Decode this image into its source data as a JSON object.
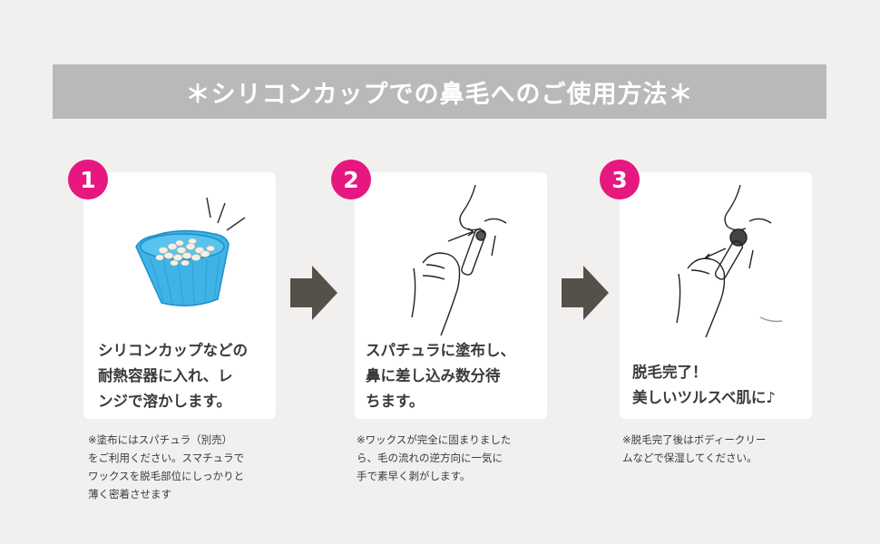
{
  "title": "＊シリコンカップでの鼻毛へのご使用方法＊",
  "steps": [
    {
      "number": "1",
      "text": "シリコンカップなどの\n耐熱容器に入れ、レ\nンジで溶かします。",
      "note": "※塗布にはスパチュラ（別売）\nをご利用ください。スマチュラで\nワックスを脱毛部位にしっかりと\n薄く密着させます"
    },
    {
      "number": "2",
      "text": "スパチュラに塗布し、\n鼻に差し込み数分待\nちます。",
      "note": "※ワックスが完全に固まりました\nら、毛の流れの逆方向に一気に\n手で素早く剥がします。"
    },
    {
      "number": "3",
      "text": "脱毛完了！\n美しいツルスベ肌に♪",
      "note": "※脱毛完了後はボディークリー\nムなどで保湿してください。"
    }
  ],
  "icons": [
    "silicone-cup-icon",
    "hand-nose-spatula-icon",
    "hand-nose-removal-icon",
    "arrow-right-icon"
  ],
  "colors": {
    "background": "#f2f0ef",
    "title_bar": "#b9b9b9",
    "badge": "#e6177f",
    "arrow": "#555048",
    "cup": "#3fb3e6"
  }
}
